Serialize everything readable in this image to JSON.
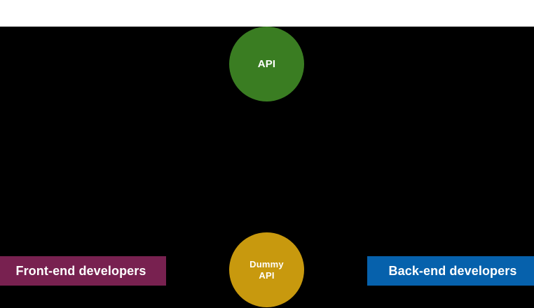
{
  "diagram": {
    "background_color": "#000000",
    "top_band_color": "#FFFFFF",
    "nodes": [
      {
        "id": "api",
        "label": "API",
        "shape": "circle",
        "color": "#3A7D22",
        "text_color": "#FFFFFF"
      },
      {
        "id": "dummy-api",
        "label_line1": "Dummy",
        "label_line2": "API",
        "shape": "circle",
        "color": "#C8990E",
        "text_color": "#FFFFFF"
      }
    ],
    "roles": [
      {
        "id": "frontend",
        "label": "Front-end developers",
        "color": "#782150",
        "text_color": "#FFFFFF"
      },
      {
        "id": "backend",
        "label": "Back-end developers",
        "color": "#0661AC",
        "text_color": "#FFFFFF"
      }
    ]
  }
}
